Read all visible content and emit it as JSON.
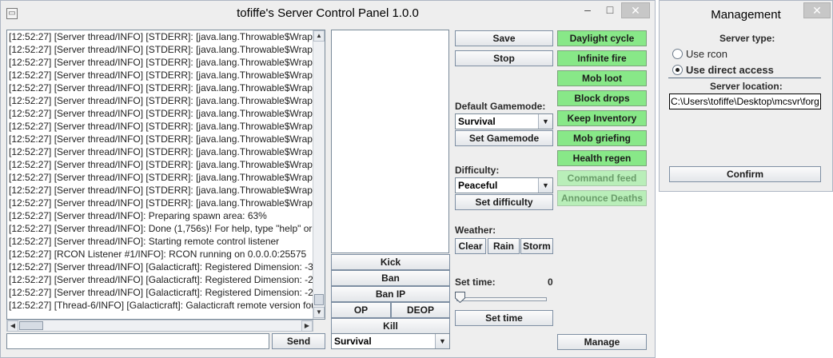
{
  "window": {
    "title": "tofiffe's Server Control Panel 1.0.0",
    "minimize_glyph": "–",
    "maximize_glyph": "□",
    "close_glyph": "✕"
  },
  "log": {
    "lines": [
      "[12:52:27] [Server thread/INFO] [STDERR]: [java.lang.Throwable$Wrap",
      "[12:52:27] [Server thread/INFO] [STDERR]: [java.lang.Throwable$Wrap",
      "[12:52:27] [Server thread/INFO] [STDERR]: [java.lang.Throwable$Wrap",
      "[12:52:27] [Server thread/INFO] [STDERR]: [java.lang.Throwable$Wrap",
      "[12:52:27] [Server thread/INFO] [STDERR]: [java.lang.Throwable$Wrap",
      "[12:52:27] [Server thread/INFO] [STDERR]: [java.lang.Throwable$Wrap",
      "[12:52:27] [Server thread/INFO] [STDERR]: [java.lang.Throwable$Wrap",
      "[12:52:27] [Server thread/INFO] [STDERR]: [java.lang.Throwable$Wrap",
      "[12:52:27] [Server thread/INFO] [STDERR]: [java.lang.Throwable$Wrap",
      "[12:52:27] [Server thread/INFO] [STDERR]: [java.lang.Throwable$Wrap",
      "[12:52:27] [Server thread/INFO] [STDERR]: [java.lang.Throwable$Wrap",
      "[12:52:27] [Server thread/INFO] [STDERR]: [java.lang.Throwable$Wrap",
      "[12:52:27] [Server thread/INFO] [STDERR]: [java.lang.Throwable$Wrap",
      "[12:52:27] [Server thread/INFO] [STDERR]: [java.lang.Throwable$Wrap",
      "[12:52:27] [Server thread/INFO]: Preparing spawn area: 63%",
      "[12:52:27] [Server thread/INFO]: Done (1,756s)! For help, type \"help\" or",
      "[12:52:27] [Server thread/INFO]: Starting remote control listener",
      "[12:52:27] [RCON Listener #1/INFO]: RCON running on 0.0.0.0:25575",
      "[12:52:27] [Server thread/INFO] [Galacticraft]: Registered Dimension: -3",
      "[12:52:27] [Server thread/INFO] [Galacticraft]: Registered Dimension: -2",
      "[12:52:27] [Server thread/INFO] [Galacticraft]: Registered Dimension: -2",
      "[12:52:27] [Thread-6/INFO] [Galacticraft]: Galacticraft remote version fou"
    ],
    "scroll_up_glyph": "▲",
    "scroll_down_glyph": "▼",
    "scroll_left_glyph": "◀",
    "scroll_right_glyph": "▶"
  },
  "command": {
    "value": "",
    "send_label": "Send"
  },
  "players": {
    "kick_label": "Kick",
    "ban_label": "Ban",
    "ban_ip_label": "Ban IP",
    "op_label": "OP",
    "deop_label": "DEOP",
    "kill_label": "Kill",
    "gamemode_value": "Survival"
  },
  "server": {
    "save_label": "Save",
    "stop_label": "Stop",
    "default_gamemode_label": "Default Gamemode:",
    "default_gamemode_value": "Survival",
    "set_gamemode_label": "Set Gamemode",
    "difficulty_label": "Difficulty:",
    "difficulty_value": "Peaceful",
    "set_difficulty_label": "Set difficulty",
    "weather_label": "Weather:",
    "weather_clear": "Clear",
    "weather_rain": "Rain",
    "weather_storm": "Storm",
    "set_time_label": "Set time:",
    "time_value": "0",
    "set_time_button": "Set time"
  },
  "gamerules": [
    {
      "label": "Daylight cycle",
      "enabled": true
    },
    {
      "label": "Infinite fire",
      "enabled": true
    },
    {
      "label": "Mob loot",
      "enabled": true
    },
    {
      "label": "Block drops",
      "enabled": true
    },
    {
      "label": "Keep Inventory",
      "enabled": true
    },
    {
      "label": "Mob griefing",
      "enabled": true
    },
    {
      "label": "Health regen",
      "enabled": true
    },
    {
      "label": "Command feed",
      "enabled": false
    },
    {
      "label": "Announce Deaths",
      "enabled": false
    }
  ],
  "manage_label": "Manage",
  "management": {
    "title": "Management",
    "server_type_label": "Server type:",
    "option_rcon": "Use rcon",
    "option_direct": "Use direct access",
    "selected": "direct",
    "server_location_label": "Server location:",
    "server_location_value": "C:\\Users\\tofiffe\\Desktop\\mcsvr\\forg",
    "confirm_label": "Confirm",
    "close_glyph": "✕"
  },
  "colors": {
    "rule_on": "#88e888",
    "rule_off": "#b9eeb9",
    "window_bg": "#eeeeee"
  }
}
